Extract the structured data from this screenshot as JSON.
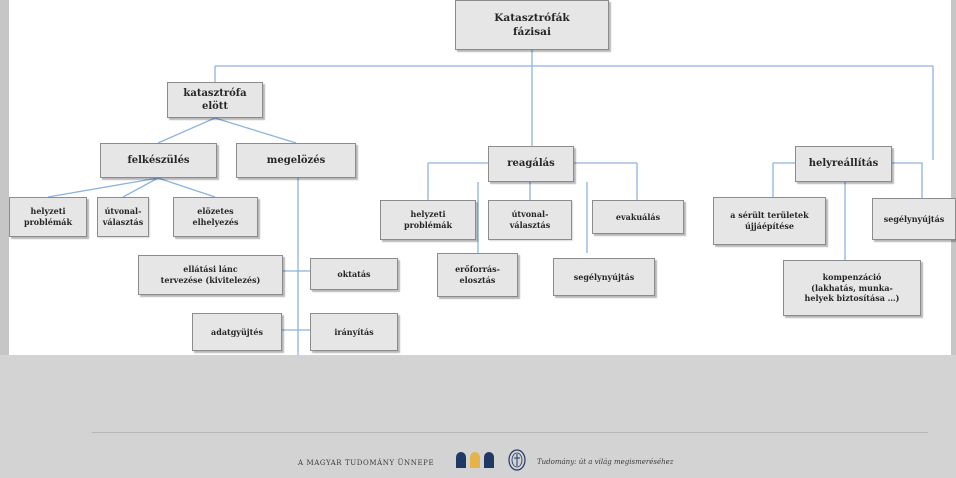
{
  "diagram": {
    "root": "Katasztrófák\nfázisai",
    "before_disaster": "katasztrófa\nelött",
    "preparation": "felkészülés",
    "prevention": "megelözés",
    "response": "reagálás",
    "restoration": "helyreállítás",
    "prep_situation_problems": "helyzeti\nproblémák",
    "prep_route_selection": "útvonal-\nválasztás",
    "prep_pre_placement": "elözetes\nelhelyezés",
    "prev_supply_chain": "ellátási lánc\ntervezése (kivitelezés)",
    "prev_education": "oktatás",
    "prev_data_collection": "adatgyüjtés",
    "prev_control": "irányítás",
    "resp_situation_problems": "helyzeti\nproblémák",
    "resp_route_selection": "útvonal-\nválasztás",
    "resp_evacuation": "evakuálás",
    "resp_resource_allocation": "erőforrás-\nelosztás",
    "resp_aid": "segélynyújtás",
    "rest_rebuild": "a sérült területek\nújjáépítése",
    "rest_aid": "segélynyújtás",
    "rest_compensation": "kompenzáció\n(lakhatás, munka-\nhelyek biztosítása …)"
  },
  "footer": {
    "left_text": "A MAGYAR TUDOMÁNY ÜNNEPE",
    "right_text": "Tudomány: út a világ megismeréséhez"
  },
  "colors": {
    "connector": "#8db3e2",
    "node_fill": "#e6e6e6",
    "node_border": "#8c8c8c",
    "footer_bg": "#d3d3d3",
    "logo_gold": "#e6b34a",
    "logo_navy": "#1f3864"
  }
}
